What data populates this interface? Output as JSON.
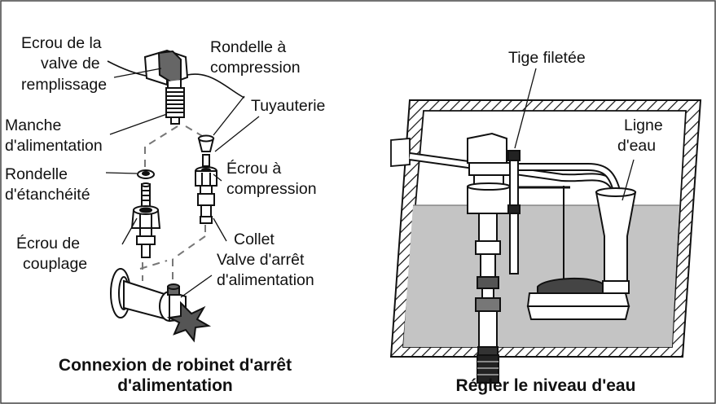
{
  "left_panel": {
    "labels": {
      "fill_valve_nut_1": "Ecrou de la",
      "fill_valve_nut_2": "valve de",
      "fill_valve_nut_3": "remplissage",
      "compression_washer_1": "Rondelle à",
      "compression_washer_2": "compression",
      "tubing": "Tuyauterie",
      "supply_shank_1": "Manche",
      "supply_shank_2": "d'alimentation",
      "seal_washer_1": "Rondelle",
      "seal_washer_2": "d'étanchéité",
      "compression_nut_1": "Écrou à",
      "compression_nut_2": "compression",
      "coupling_nut_1": "Écrou de",
      "coupling_nut_2": "couplage",
      "collar": "Collet",
      "shutoff_valve_1": "Valve d'arrêt",
      "shutoff_valve_2": "d'alimentation"
    },
    "caption_line1": "Connexion de robinet d'arrêt",
    "caption_line2": "d'alimentation"
  },
  "right_panel": {
    "labels": {
      "threaded_rod": "Tige filetée",
      "water_line_1": "Ligne",
      "water_line_2": "d'eau"
    },
    "caption": "Régler le niveau d'eau",
    "water_color": "#c4c4c4"
  }
}
